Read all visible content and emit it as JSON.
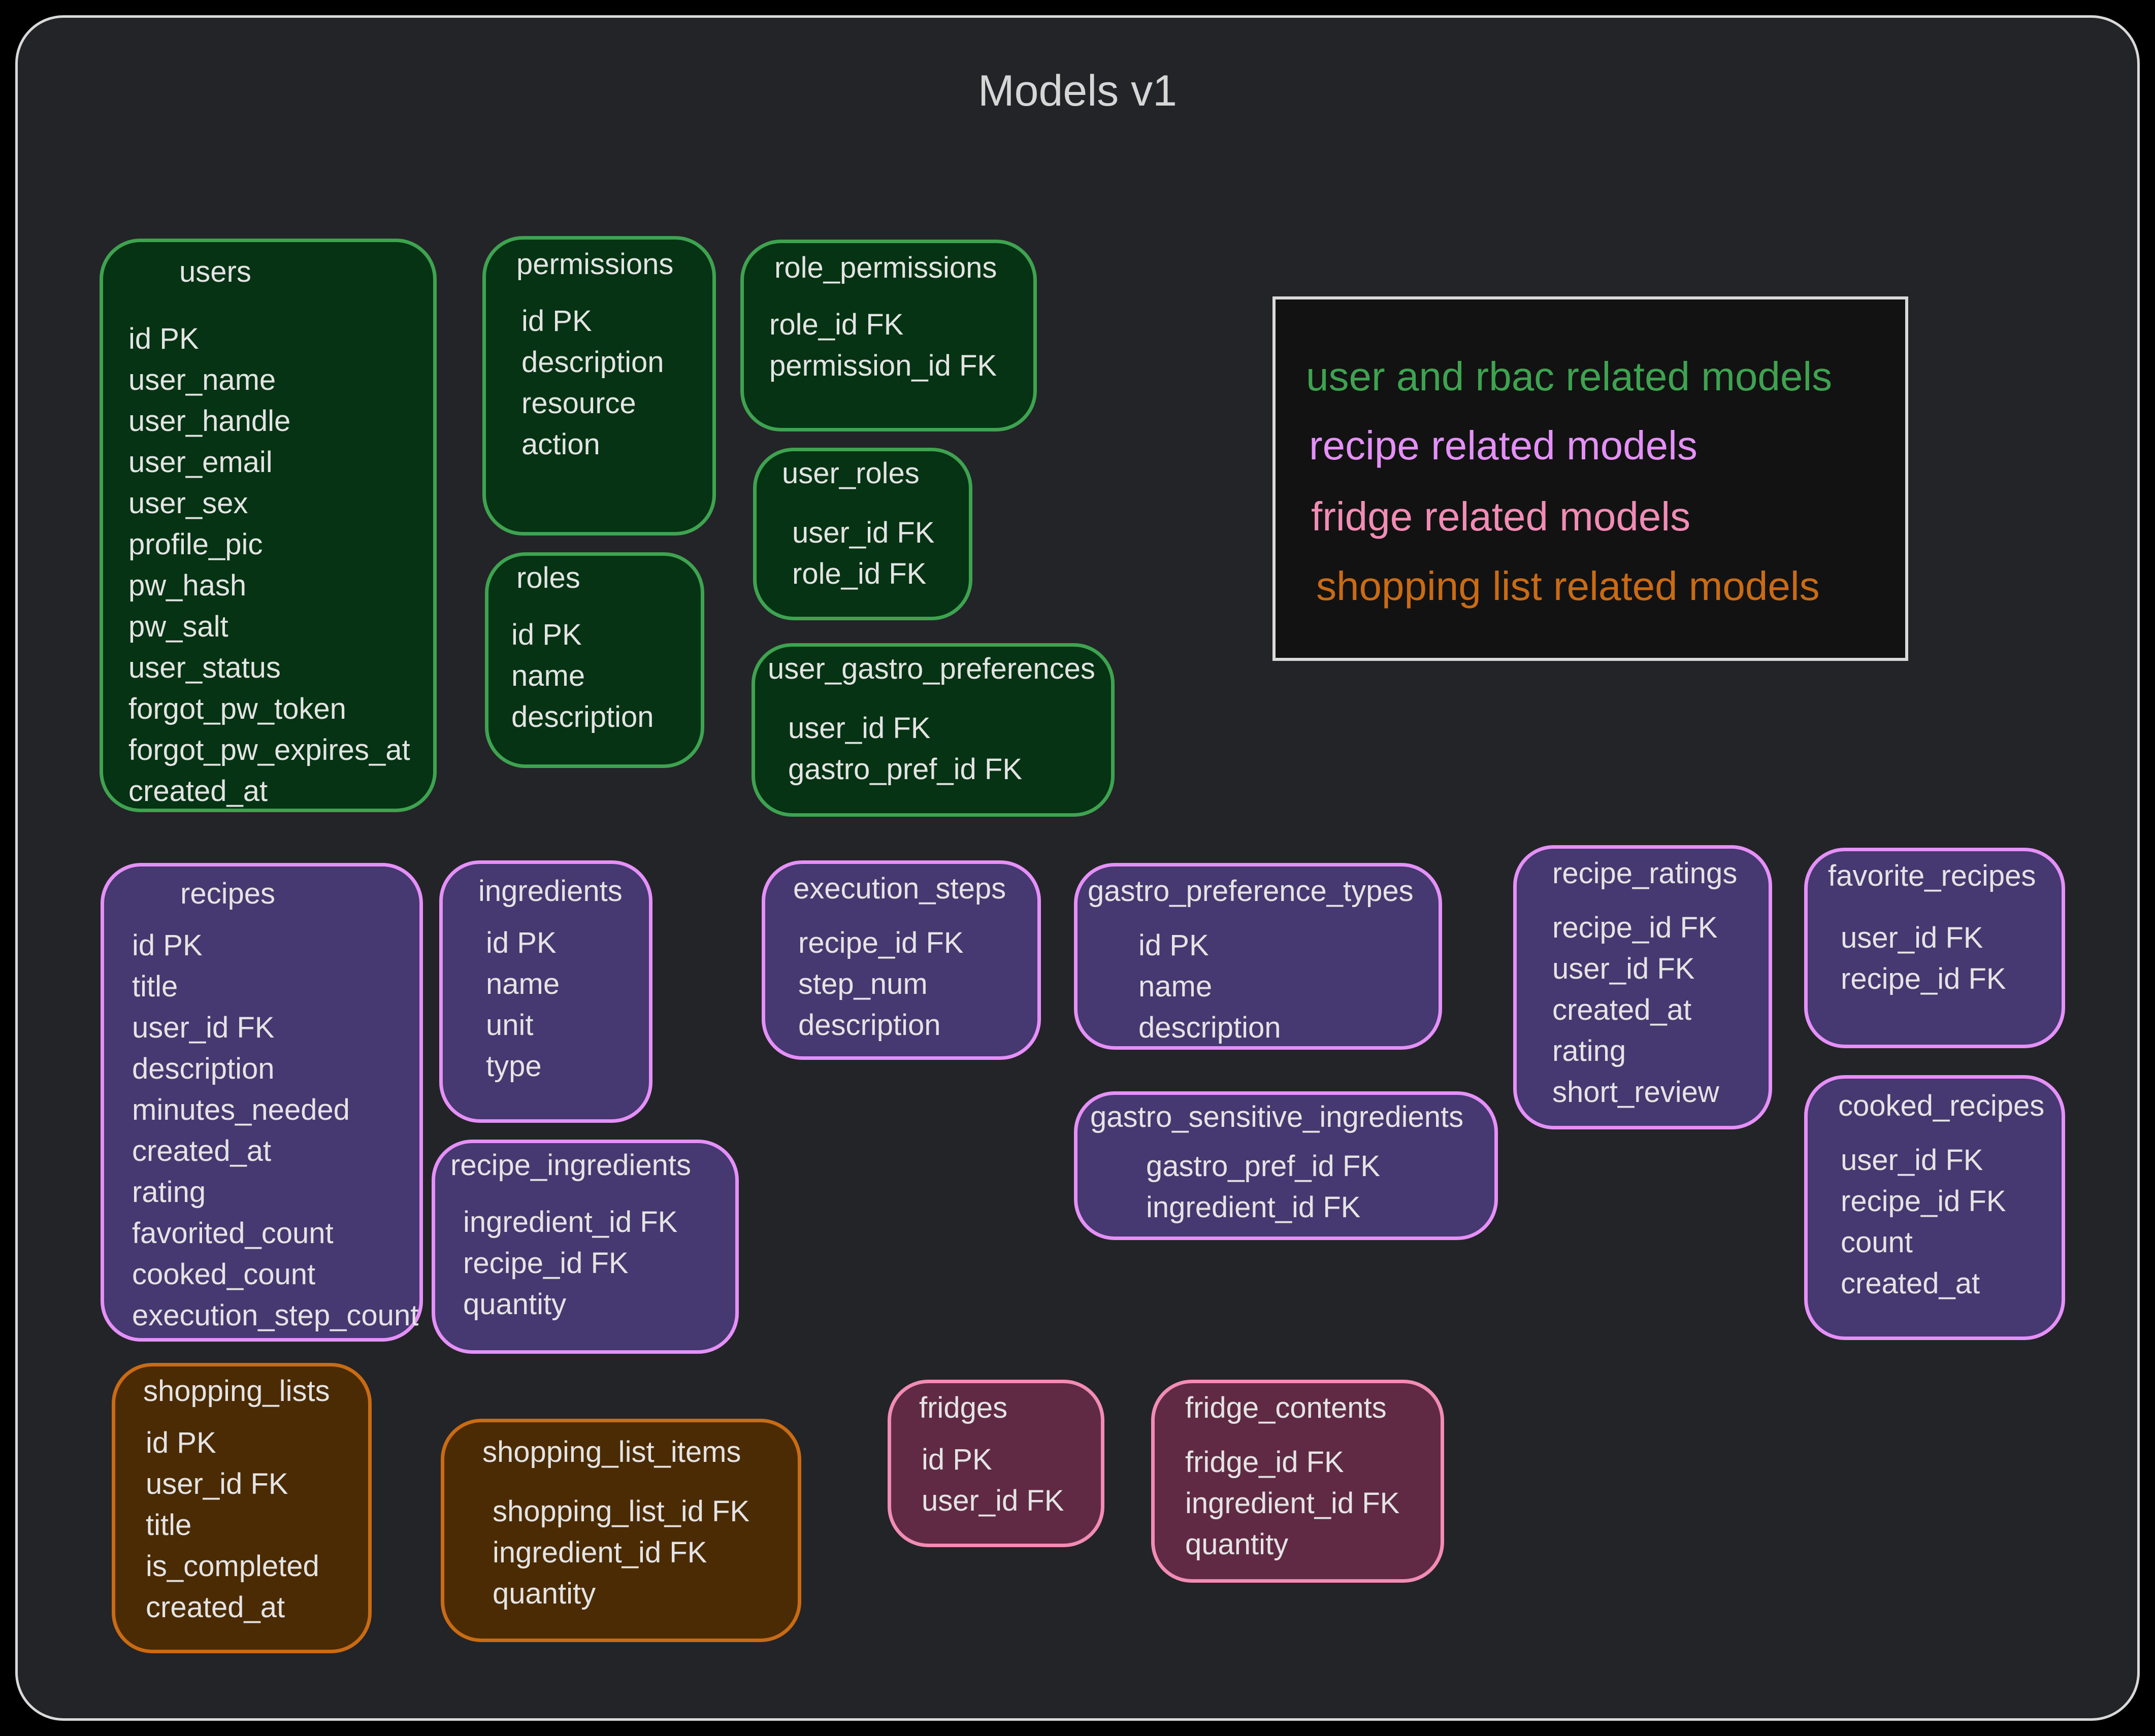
{
  "diagram": {
    "title": "Models v1",
    "legend": [
      {
        "label": "user and rbac related models",
        "color": "#3ea350"
      },
      {
        "label": "recipe related models",
        "color": "#e590f8"
      },
      {
        "label": "fridge related models",
        "color": "#f28cb5"
      },
      {
        "label": "shopping list related models",
        "color": "#ca6b13"
      }
    ],
    "tables": [
      {
        "name": "users",
        "category": "user-rbac",
        "fields": [
          "id PK",
          "user_name",
          "user_handle",
          "user_email",
          "user_sex",
          "profile_pic",
          "pw_hash",
          "pw_salt",
          "user_status",
          "forgot_pw_token",
          "forgot_pw_expires_at",
          "created_at"
        ]
      },
      {
        "name": "permissions",
        "category": "user-rbac",
        "fields": [
          "id PK",
          "description",
          "resource",
          "action"
        ]
      },
      {
        "name": "role_permissions",
        "category": "user-rbac",
        "fields": [
          "role_id FK",
          "permission_id FK"
        ]
      },
      {
        "name": "roles",
        "category": "user-rbac",
        "fields": [
          "id PK",
          "name",
          "description"
        ]
      },
      {
        "name": "user_roles",
        "category": "user-rbac",
        "fields": [
          "user_id FK",
          "role_id FK"
        ]
      },
      {
        "name": "user_gastro_preferences",
        "category": "user-rbac",
        "fields": [
          "user_id FK",
          "gastro_pref_id FK"
        ]
      },
      {
        "name": "recipes",
        "category": "recipe",
        "fields": [
          "id PK",
          "title",
          "user_id FK",
          "description",
          "minutes_needed",
          "created_at",
          "rating",
          "favorited_count",
          "cooked_count",
          "execution_step_count"
        ]
      },
      {
        "name": "ingredients",
        "category": "recipe",
        "fields": [
          "id PK",
          "name",
          "unit",
          "type"
        ]
      },
      {
        "name": "execution_steps",
        "category": "recipe",
        "fields": [
          "recipe_id FK",
          "step_num",
          "description"
        ]
      },
      {
        "name": "gastro_preference_types",
        "category": "recipe",
        "fields": [
          "id PK",
          "name",
          "description"
        ]
      },
      {
        "name": "recipe_ratings",
        "category": "recipe",
        "fields": [
          "recipe_id FK",
          "user_id FK",
          "created_at",
          "rating",
          "short_review"
        ]
      },
      {
        "name": "favorite_recipes",
        "category": "recipe",
        "fields": [
          "user_id FK",
          "recipe_id FK"
        ]
      },
      {
        "name": "recipe_ingredients",
        "category": "recipe",
        "fields": [
          "ingredient_id FK",
          "recipe_id FK",
          "quantity"
        ]
      },
      {
        "name": "gastro_sensitive_ingredients",
        "category": "recipe",
        "fields": [
          "gastro_pref_id FK",
          "ingredient_id FK"
        ]
      },
      {
        "name": "cooked_recipes",
        "category": "recipe",
        "fields": [
          "user_id FK",
          "recipe_id FK",
          "count",
          "created_at"
        ]
      },
      {
        "name": "shopping_lists",
        "category": "shopping-list",
        "fields": [
          "id PK",
          "user_id FK",
          "title",
          "is_completed",
          "created_at"
        ]
      },
      {
        "name": "shopping_list_items",
        "category": "shopping-list",
        "fields": [
          "shopping_list_id FK",
          "ingredient_id FK",
          "quantity"
        ]
      },
      {
        "name": "fridges",
        "category": "fridge",
        "fields": [
          "id PK",
          "user_id FK"
        ]
      },
      {
        "name": "fridge_contents",
        "category": "fridge",
        "fields": [
          "fridge_id FK",
          "ingredient_id FK",
          "quantity"
        ]
      }
    ]
  }
}
